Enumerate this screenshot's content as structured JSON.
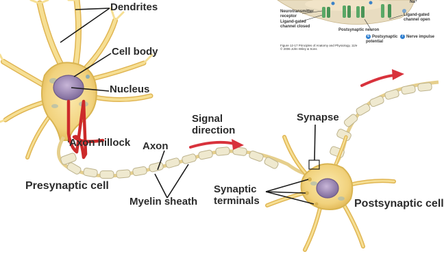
{
  "labels": {
    "dendrites": "Dendrites",
    "cell_body": "Cell body",
    "nucleus": "Nucleus",
    "axon_hillock": "Axon hillock",
    "axon": "Axon",
    "signal_direction": "Signal\ndirection",
    "presynaptic_cell": "Presynaptic cell",
    "myelin_sheath": "Myelin sheath",
    "synapse": "Synapse",
    "synaptic_terminals": "Synaptic\nterminals",
    "postsynaptic_cell": "Postsynaptic cell"
  },
  "inset": {
    "neurotransmitter_receptor": "Neurotransmitter\nreceptor",
    "ligand_gated_closed": "Ligand-gated\nchannel closed",
    "ligand_gated_open": "Ligand-gated\nchannel open",
    "postsynaptic_neuron": "Postsynaptic neuron",
    "postsynaptic_potential": "Postsynaptic\npotential",
    "nerve_impulse": "Nerve impulse",
    "ion": "Na⁺",
    "step_6": "6",
    "step_7": "7",
    "caption": "Figure 12-17 Principles of Anatomy and Physiology, 11/e\n© 2006 John Wiley & Sons"
  },
  "colors": {
    "cell": "#f3d98a",
    "cell_edge": "#d9b451",
    "myelin": "#efe9cf",
    "myelin_edge": "#bcb28c",
    "arrow": "#d8323c",
    "annotation": "#cc2a2a",
    "leader": "#1a1a1a"
  }
}
